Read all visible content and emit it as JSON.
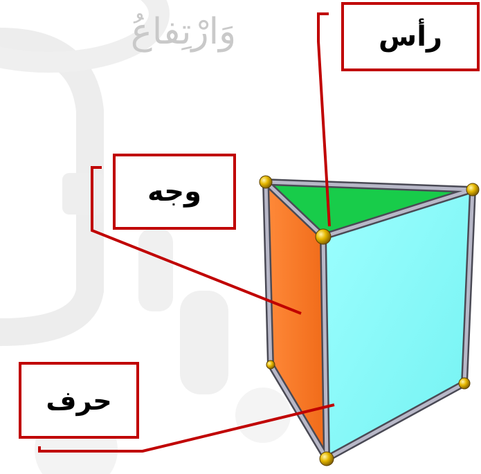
{
  "heading": "وَارْتِفاعُ",
  "labels": {
    "vertex": "رأس",
    "face": "وجه",
    "edge": "حرف"
  },
  "colors": {
    "callout": "#c00000",
    "face_top": "#1fcf4f",
    "face_left": "#ff7a2a",
    "face_right": "#88ffff",
    "edge_rod": "#9a9aac",
    "vertex_ball": "#d4a800"
  }
}
